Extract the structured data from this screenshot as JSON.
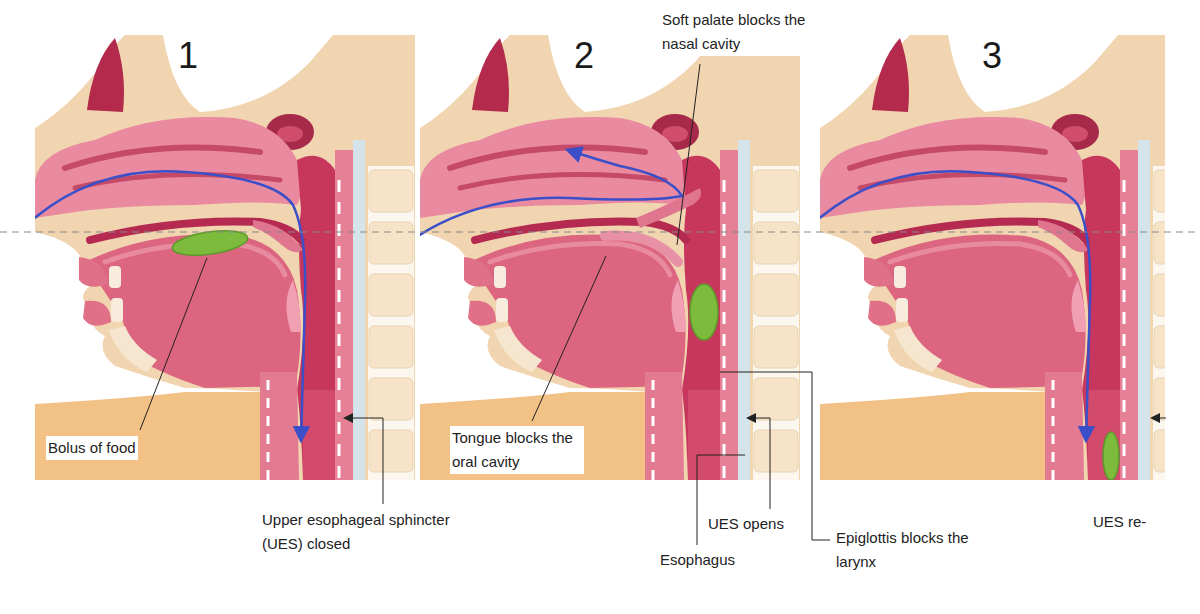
{
  "diagram": {
    "labels": [
      "1",
      "2",
      "3",
      "Soft palate blocks the nasal cavity",
      "Bolus of food",
      "Tongue blocks the oral cavity",
      "Upper esophageal sphincter (UES) closed",
      "UES opens",
      "Epiglottis blocks the larynx",
      "Esophagus",
      "UES re-"
    ]
  }
}
